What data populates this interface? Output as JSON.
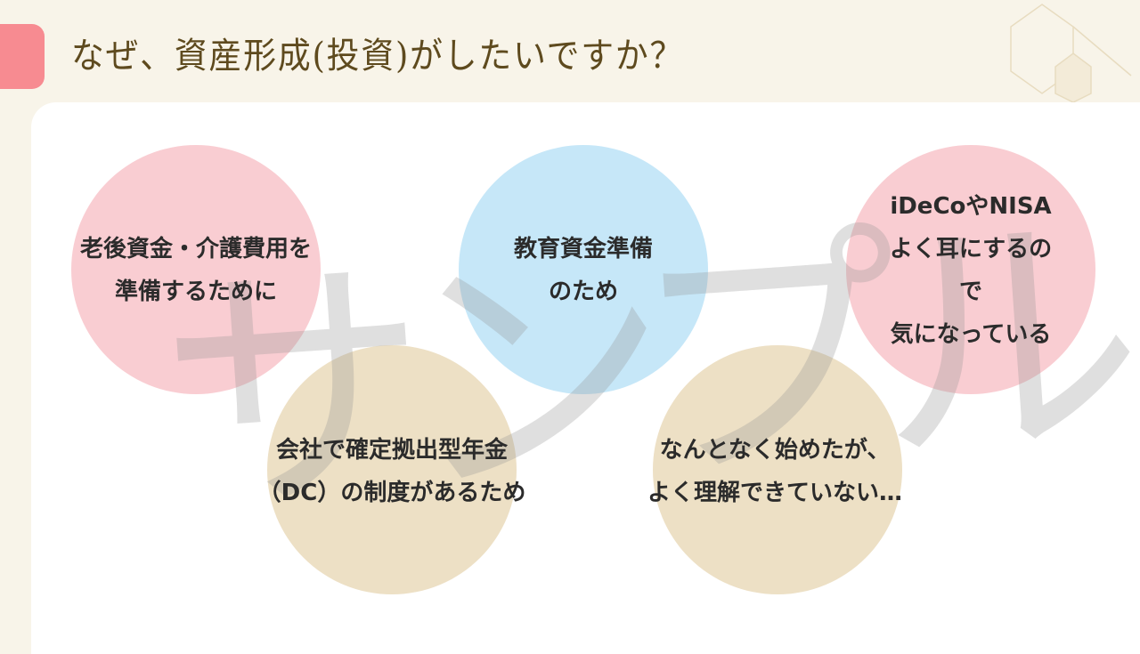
{
  "title": "なぜ、資産形成(投資)がしたいですか？",
  "watermark": "サンプル",
  "colors": {
    "accent": "#f78b91",
    "pink": "#f9cdd2",
    "blue": "#c6e7f8",
    "tan": "#ede0c5",
    "title": "#5e4a1e"
  },
  "reasons": [
    {
      "text": "老後資金・介護費用を\n準備するために"
    },
    {
      "text": "教育資金準備\nのため"
    },
    {
      "text": "iDeCoやNISA\nよく耳にするので\n気になっている"
    },
    {
      "text": "会社で確定拠出型年金\n（DC）の制度があるため"
    },
    {
      "text": "なんとなく始めたが、\nよく理解できていない…"
    }
  ]
}
